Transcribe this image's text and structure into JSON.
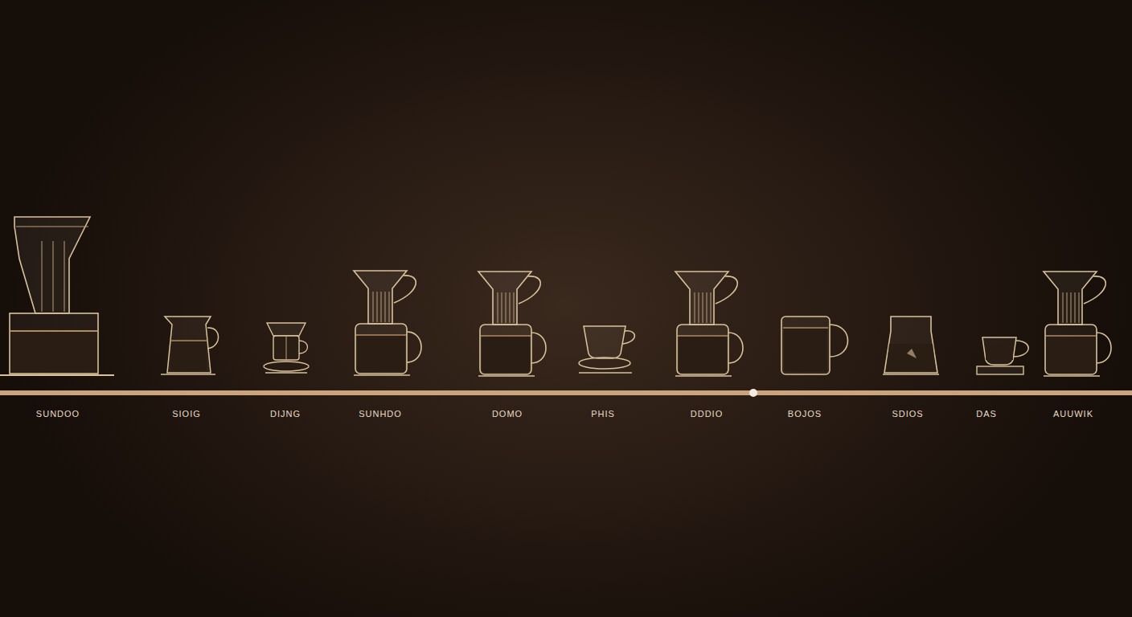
{
  "diagram": {
    "labels": [
      "SUNDOO",
      "SIOIG",
      "DIJNG",
      "SUNHDO",
      "DOMO",
      "PHIS",
      "DDDIO",
      "BOJOS",
      "SDIOS",
      "DAS",
      "AUUWIK"
    ]
  }
}
